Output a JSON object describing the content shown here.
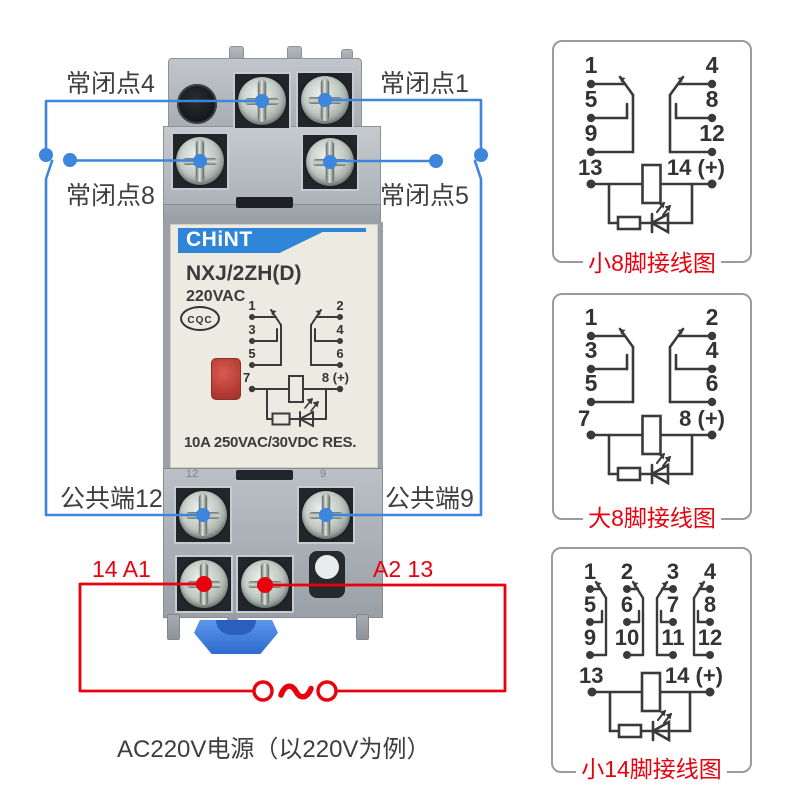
{
  "page": {
    "background": "#ffffff"
  },
  "relay": {
    "brand": "CHiNT",
    "model": "NXJ/2ZH(D)",
    "voltage": "220VAC",
    "certification": "CQC",
    "rating": "10A 250VAC/30VDC RES.",
    "embossed_left": "12",
    "embossed_right": "9",
    "label_diagram": {
      "left_pins": [
        "1",
        "3",
        "5"
      ],
      "right_pins": [
        "2",
        "4",
        "6"
      ],
      "bottom_left": "7",
      "bottom_right": "8 (+)"
    }
  },
  "annotations": {
    "nc_top_left": "常闭点4",
    "nc_top_right": "常闭点1",
    "nc_mid_left": "常闭点8",
    "nc_mid_right": "常闭点5",
    "common_left": "公共端12",
    "common_right": "公共端9",
    "coil_label_left": "14 A1",
    "coil_label_right": "A2 13",
    "power_note": "AC220V电源（以220V为例）",
    "ac_symbol": "~"
  },
  "diagrams": [
    {
      "title": "小8脚接线图",
      "type": "two-group",
      "left_pins": [
        "1",
        "5",
        "9"
      ],
      "right_pins": [
        "4",
        "8",
        "12"
      ],
      "bottom_left": "13",
      "bottom_right": "14 (+)"
    },
    {
      "title": "大8脚接线图",
      "type": "two-group",
      "left_pins": [
        "1",
        "3",
        "5"
      ],
      "right_pins": [
        "2",
        "4",
        "6"
      ],
      "bottom_left": "7",
      "bottom_right": "8 (+)"
    },
    {
      "title": "小14脚接线图",
      "type": "four-group",
      "columns": [
        [
          "1",
          "5",
          "9"
        ],
        [
          "2",
          "6",
          "10"
        ],
        [
          "3",
          "7",
          "11"
        ],
        [
          "4",
          "8",
          "12"
        ]
      ],
      "bottom_left": "13",
      "bottom_right": "14 (+)"
    }
  ],
  "colors": {
    "wire_blue": "#3c86dd",
    "wire_red": "#e8000d",
    "diagram_line": "#3a3a3a",
    "title_red": "#e8000d",
    "brand_banner": "#2f86d9",
    "label_text": "#3f3f3f"
  }
}
